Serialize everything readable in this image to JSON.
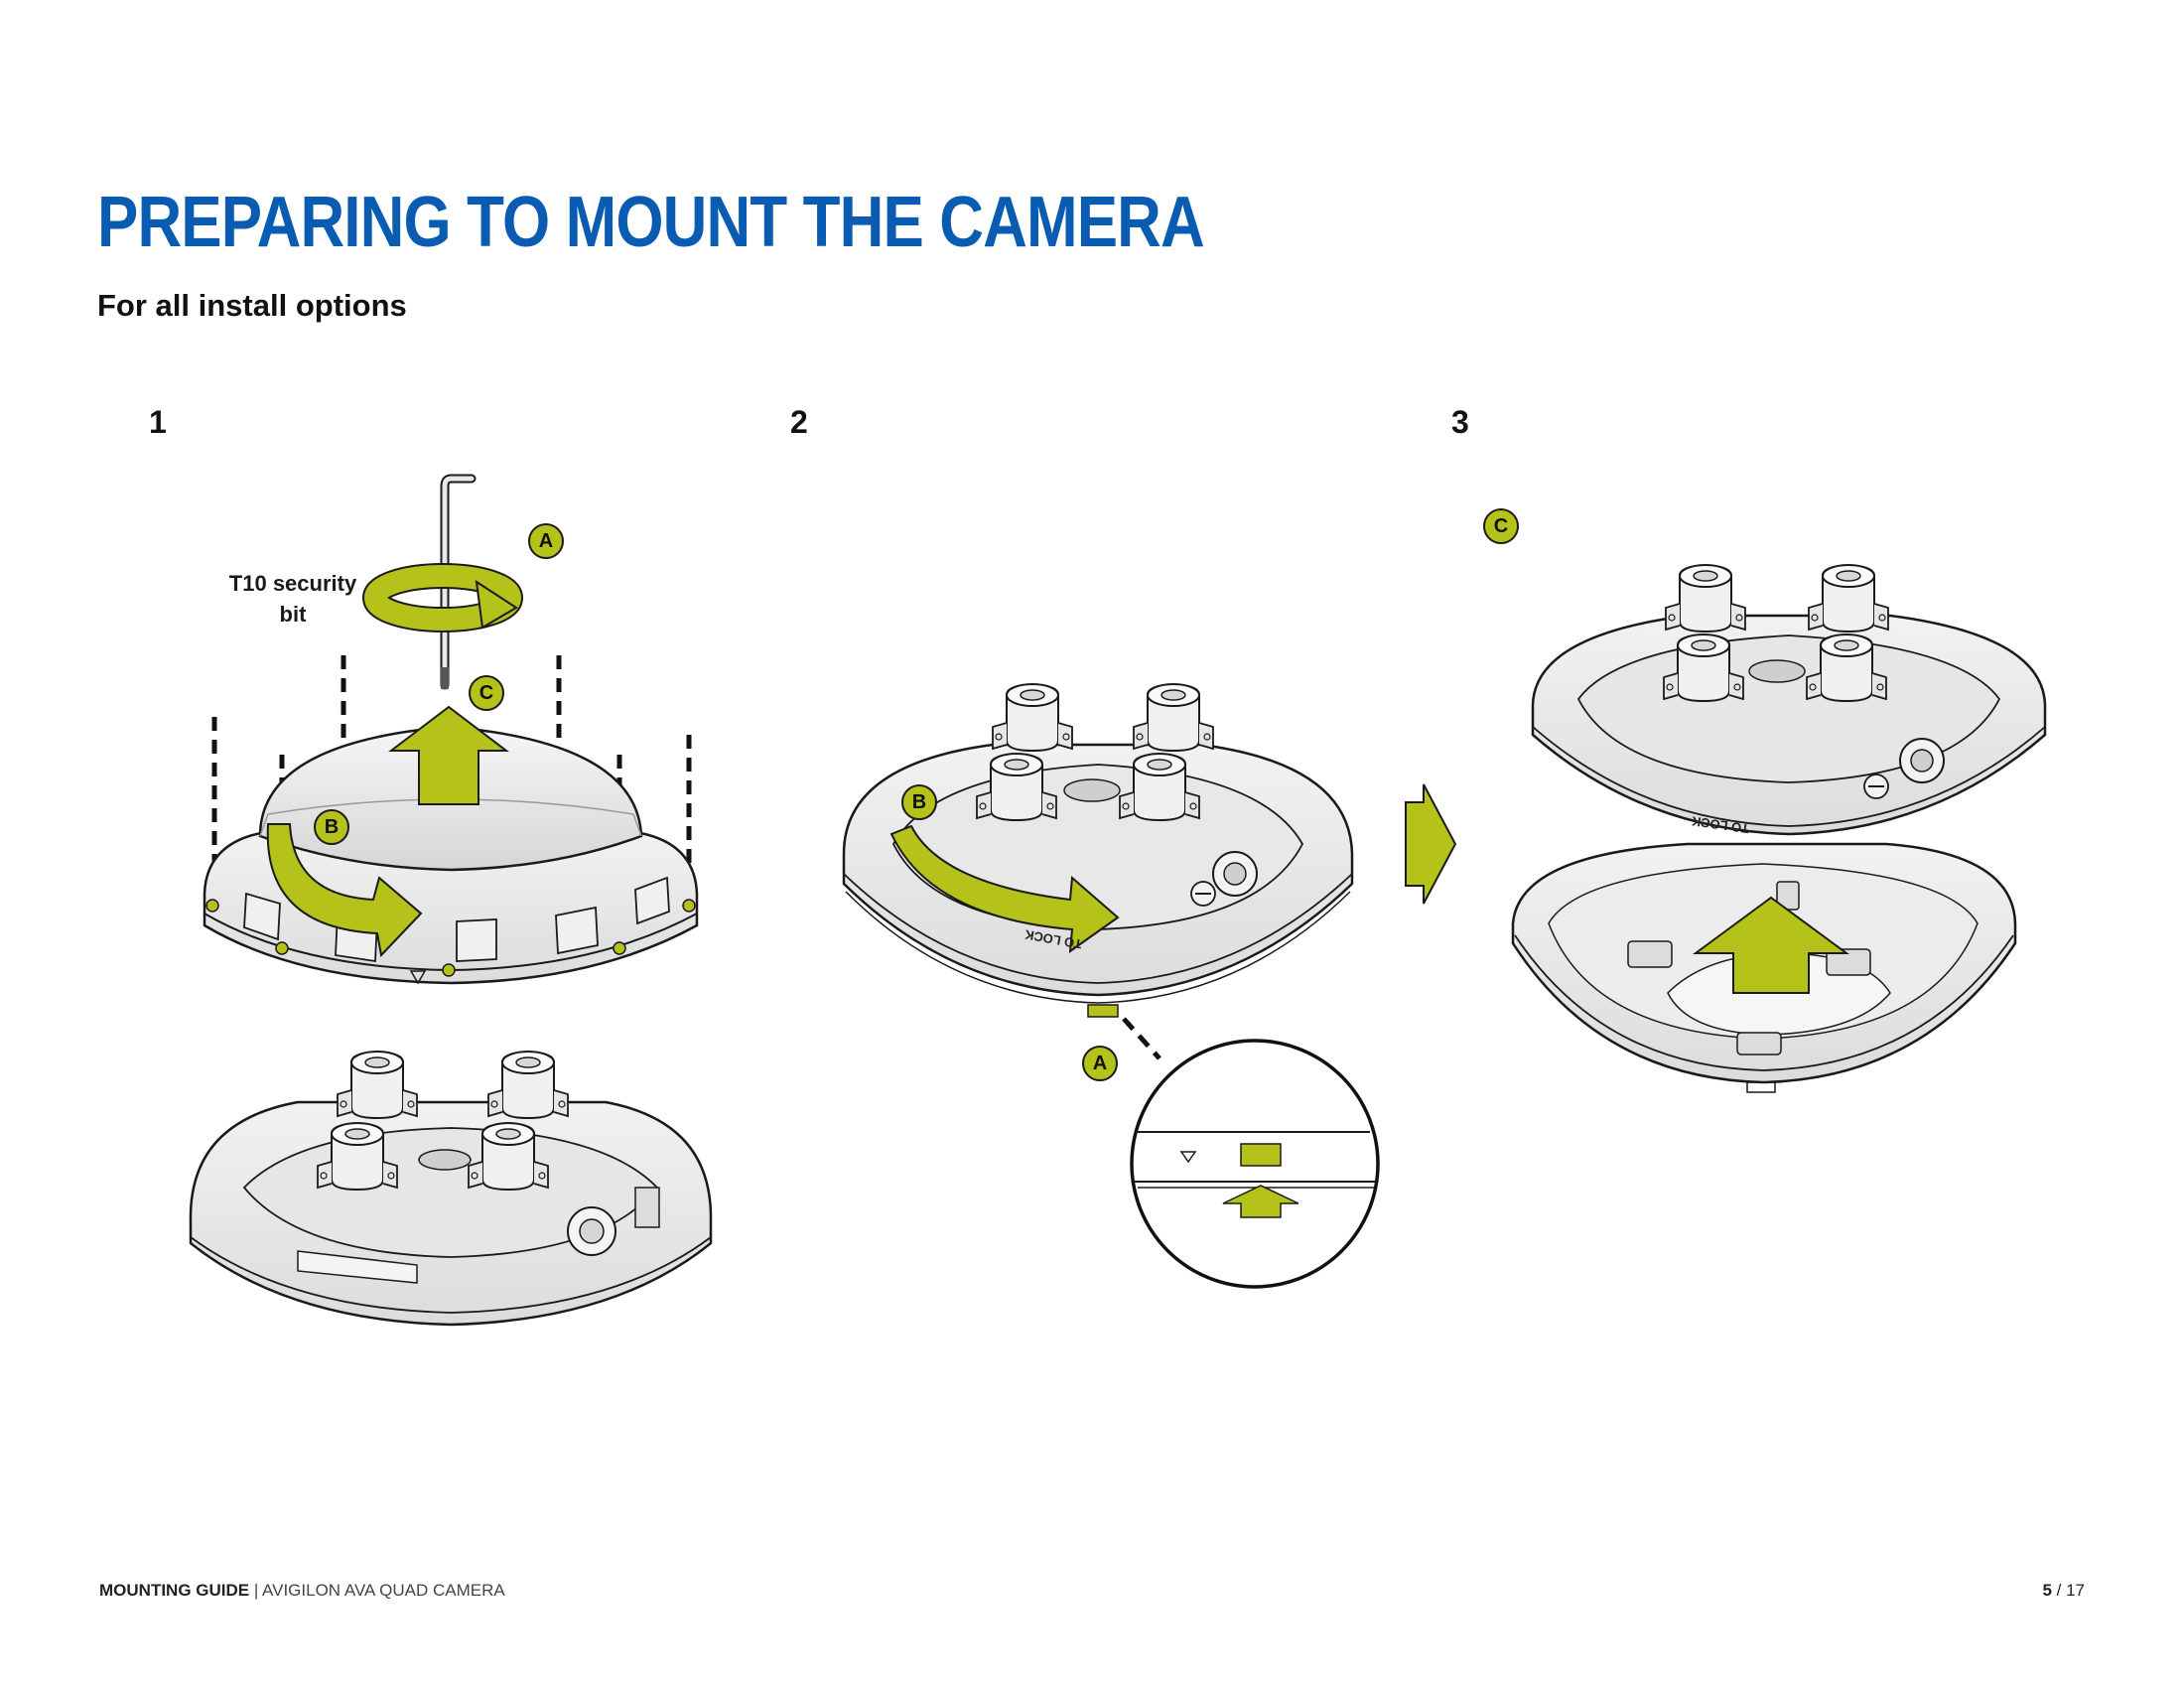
{
  "header": {
    "title": "PREPARING TO MOUNT THE CAMERA",
    "subtitle": "For all install options"
  },
  "steps": [
    {
      "number": "1",
      "bit_label_line1": "T10 security",
      "bit_label_line2": "bit",
      "callouts": [
        "A",
        "C",
        "B"
      ]
    },
    {
      "number": "2",
      "callouts": [
        "B",
        "A"
      ],
      "lock_text": "TO LOCK"
    },
    {
      "number": "3",
      "callouts": [
        "C"
      ],
      "lock_text": "TO LOCK"
    }
  ],
  "footer": {
    "guide": "MOUNTING GUIDE",
    "separator": " | ",
    "product": "AVIGILON AVA QUAD CAMERA",
    "page_current": "5",
    "page_separator": " / ",
    "page_total": "17"
  },
  "colors": {
    "title_blue": "#0a5cb2",
    "accent_green": "#b5c21a",
    "line": "#1a1a1a",
    "body_fill": "#ececec"
  }
}
